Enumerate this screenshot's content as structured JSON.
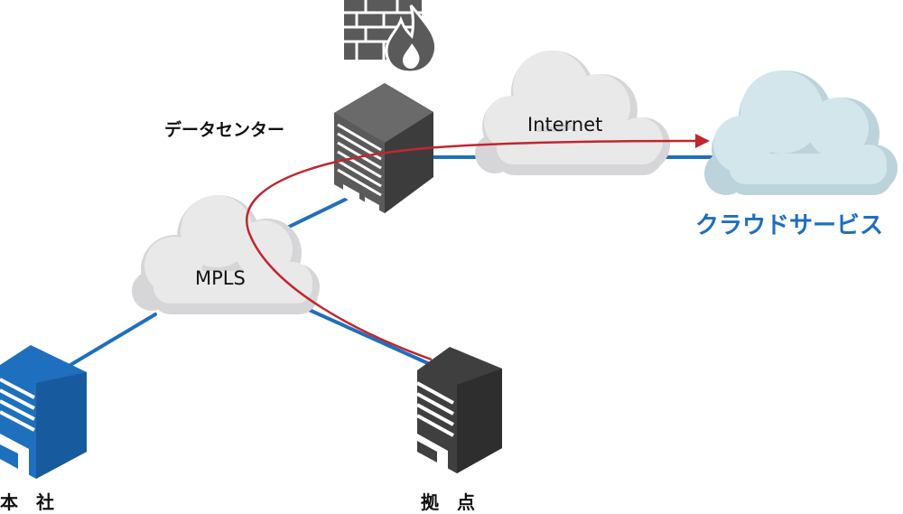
{
  "labels": {
    "datacenter": "データセンター",
    "internet": "Internet",
    "mpls": "MPLS",
    "cloud_service": "クラウドサービス",
    "headquarters": "本　社",
    "branch": "拠　点"
  },
  "colors": {
    "link_line": "#1f6fbf",
    "route_arrow": "#c0272d",
    "cloud_gray": "#e9e9ea",
    "cloud_gray_shadow": "#d6d6d8",
    "cloud_blue": "#d3e6ec",
    "cloud_blue_shadow": "#bcd3db",
    "hq_building": "#1f6fbf",
    "branch_building": "#3f3f40",
    "dc_building": "#5a5a5b",
    "firewall": "#5a5a5b",
    "cloud_service_label": "#1f6fbf"
  },
  "icons": {
    "firewall": "firewall-icon",
    "datacenter": "datacenter-building-icon",
    "headquarters": "headquarters-building-icon",
    "branch": "branch-building-icon"
  }
}
